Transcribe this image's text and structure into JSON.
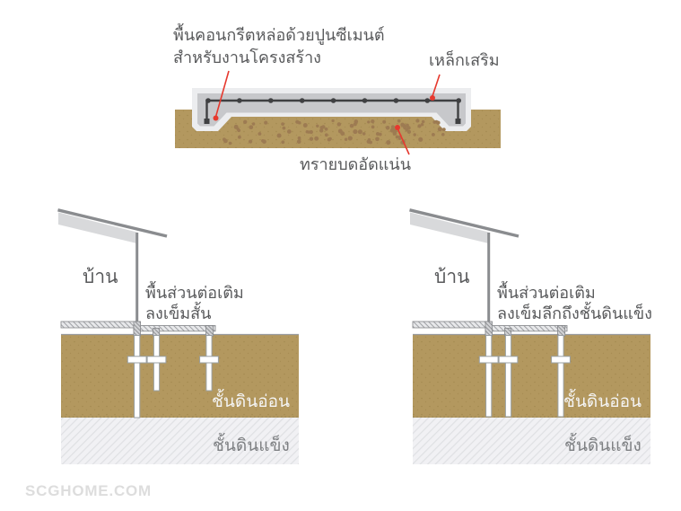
{
  "watermark": "SCGHOME.COM",
  "colors": {
    "background": "#ffffff",
    "soil": "#b3985f",
    "soil_speckle": "#93793f",
    "sand_dot": "#9d7b52",
    "slab_shell": "#ecedef",
    "slab_concrete": "#c7c8cb",
    "rebar": "#3f4042",
    "leader_red": "#e6392e",
    "label_text": "#58595b",
    "structure_gray": "#8a8c8f",
    "roof_fill": "#d8d9db",
    "floor_fill": "#e7e8ea",
    "floor_hatch": "#9fa1a5",
    "stub_fill": "#d2d3d6",
    "stub_hatch": "#8f9194",
    "hard_layer_bg": "#f1f1f4",
    "hard_layer_hatch": "#dfe0e3",
    "pile_fill": "#ffffff",
    "pile_stroke": "#9aa0a3",
    "ground_line": "#97999c",
    "soil_boundary_dots": "#9e8a59",
    "soft_soil_label_color": "#f4f4f4",
    "hard_soil_label_color": "#7e8083",
    "watermark_color": "#dddddd"
  },
  "top_diagram": {
    "slab_label_line1": "พื้นคอนกรีตหล่อด้วยปูนซีเมนต์",
    "slab_label_line2": "สำหรับงานโครงสร้าง",
    "rebar_label": "เหล็กเสริม",
    "sand_label": "ทรายบดอัดแน่น"
  },
  "left_diagram": {
    "house_label": "บ้าน",
    "extension_label_line1": "พื้นส่วนต่อเติม",
    "extension_label_line2": "ลงเข็มสั้น",
    "soft_soil_label": "ชั้นดินอ่อน",
    "hard_soil_label": "ชั้นดินแข็ง"
  },
  "right_diagram": {
    "house_label": "บ้าน",
    "extension_label_line1": "พื้นส่วนต่อเติม",
    "extension_label_line2": "ลงเข็มลึกถึงชั้นดินแข็ง",
    "soft_soil_label": "ชั้นดินอ่อน",
    "hard_soil_label": "ชั้นดินแข็ง"
  }
}
